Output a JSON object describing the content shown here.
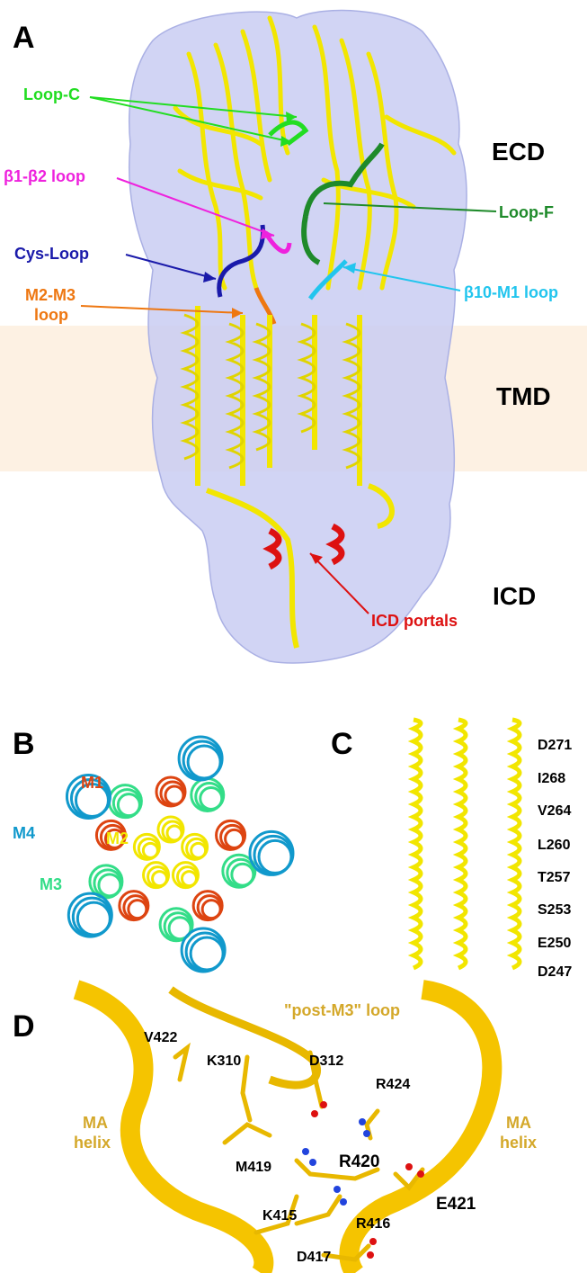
{
  "panels": {
    "A": {
      "letter": "A",
      "regions": {
        "ecd": "ECD",
        "tmd": "TMD",
        "icd": "ICD"
      },
      "annotations": {
        "loop_c": "Loop-C",
        "b1b2_loop": "β1-β2 loop",
        "cys_loop": "Cys-Loop",
        "m2m3_loop_line1": "M2-M3",
        "m2m3_loop_line2": "loop",
        "loop_f": "Loop-F",
        "b10m1_loop": "β10-M1 loop",
        "icd_portals": "ICD portals"
      }
    },
    "B": {
      "letter": "B",
      "helices": {
        "m1": "M1",
        "m2": "M2",
        "m3": "M3",
        "m4": "M4"
      }
    },
    "C": {
      "letter": "C",
      "residues": [
        "D271",
        "I268",
        "V264",
        "L260",
        "T257",
        "S253",
        "E250",
        "D247"
      ]
    },
    "D": {
      "letter": "D",
      "loop_label": "\"post-M3\" loop",
      "ma_left_line1": "MA",
      "ma_left_line2": "helix",
      "ma_right_line1": "MA",
      "ma_right_line2": "helix",
      "residues": {
        "v422": "V422",
        "k310": "K310",
        "d312": "D312",
        "r424": "R424",
        "m419": "M419",
        "r420": "R420",
        "e421": "E421",
        "k415": "K415",
        "r416": "R416",
        "d417": "D417"
      }
    }
  },
  "colors": {
    "surface": "#c9cdf2",
    "membrane": "#fdf1e3",
    "ribbon": "#f2e600",
    "loop_c": "#22dd22",
    "b1b2": "#ee22dd",
    "cys": "#1a1aaa",
    "m2m3": "#ee7711",
    "loop_f": "#1e8a2a",
    "b10m1": "#22c5ee",
    "portals": "#dd1111",
    "m1": "#dd4411",
    "m3": "#33dd88",
    "m4": "#1199cc",
    "ma_gold": "#d4a82a",
    "ma_ribbon": "#f5c400"
  }
}
